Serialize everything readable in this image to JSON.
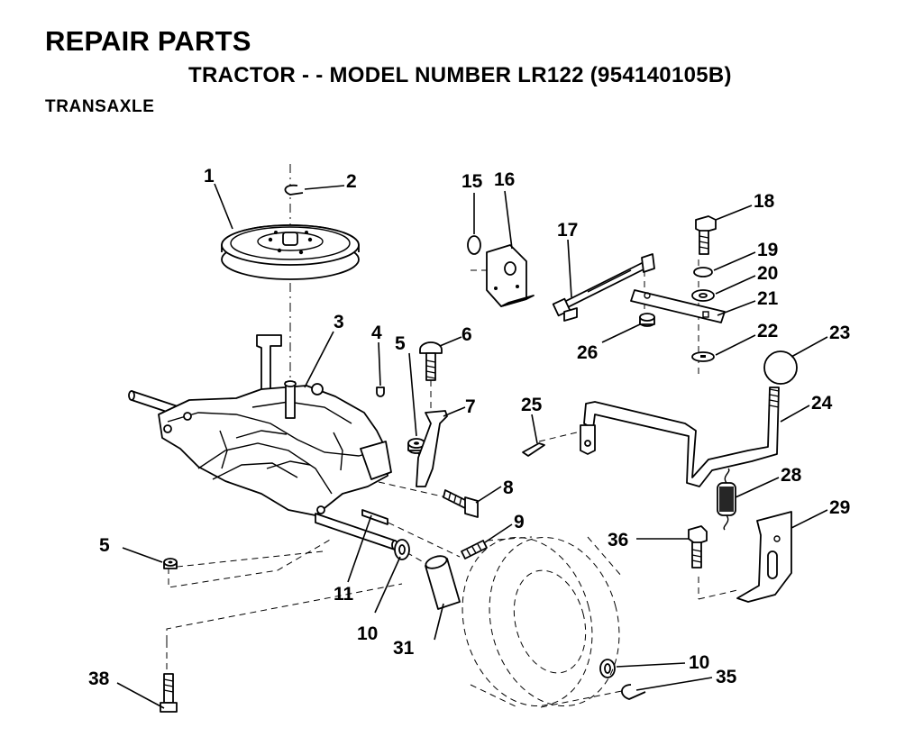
{
  "header": {
    "title": "REPAIR PARTS",
    "subtitle": "TRACTOR - - MODEL NUMBER LR122 (954140105B)",
    "section": "TRANSAXLE"
  },
  "callouts": [
    {
      "key": "c1",
      "label": "1"
    },
    {
      "key": "c2",
      "label": "2"
    },
    {
      "key": "c3",
      "label": "3"
    },
    {
      "key": "c4",
      "label": "4"
    },
    {
      "key": "c5a",
      "label": "5"
    },
    {
      "key": "c5b",
      "label": "5"
    },
    {
      "key": "c6",
      "label": "6"
    },
    {
      "key": "c7",
      "label": "7"
    },
    {
      "key": "c8",
      "label": "8"
    },
    {
      "key": "c9",
      "label": "9"
    },
    {
      "key": "c10a",
      "label": "10"
    },
    {
      "key": "c10b",
      "label": "10"
    },
    {
      "key": "c11",
      "label": "11"
    },
    {
      "key": "c15",
      "label": "15"
    },
    {
      "key": "c16",
      "label": "16"
    },
    {
      "key": "c17",
      "label": "17"
    },
    {
      "key": "c18",
      "label": "18"
    },
    {
      "key": "c19",
      "label": "19"
    },
    {
      "key": "c20",
      "label": "20"
    },
    {
      "key": "c21",
      "label": "21"
    },
    {
      "key": "c22",
      "label": "22"
    },
    {
      "key": "c23",
      "label": "23"
    },
    {
      "key": "c24",
      "label": "24"
    },
    {
      "key": "c25",
      "label": "25"
    },
    {
      "key": "c26",
      "label": "26"
    },
    {
      "key": "c28",
      "label": "28"
    },
    {
      "key": "c29",
      "label": "29"
    },
    {
      "key": "c31",
      "label": "31"
    },
    {
      "key": "c35",
      "label": "35"
    },
    {
      "key": "c36",
      "label": "36"
    },
    {
      "key": "c38",
      "label": "38"
    }
  ]
}
